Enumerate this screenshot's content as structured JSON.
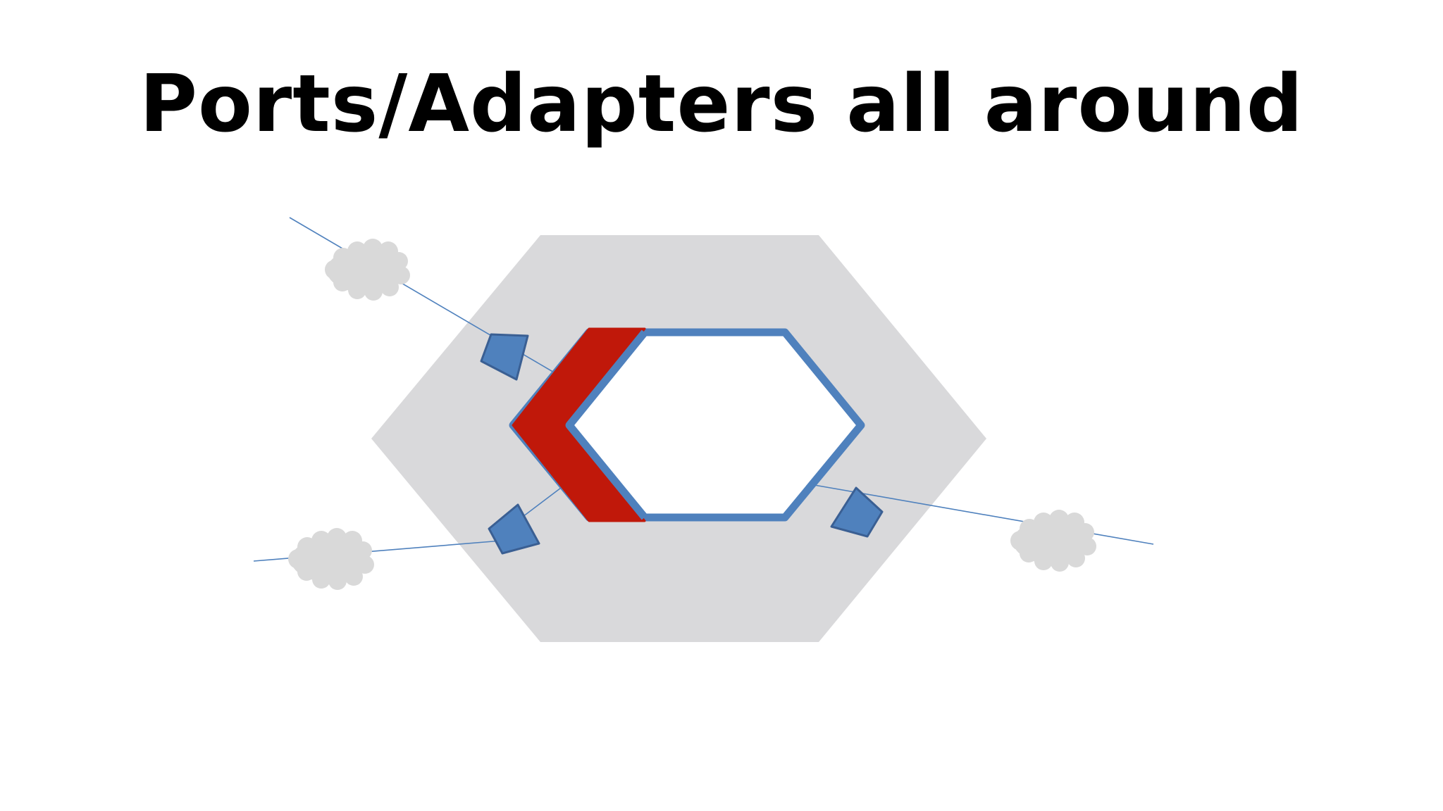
{
  "slide": {
    "title": "Ports/Adapters all around"
  },
  "diagram": {
    "colors": {
      "outer_hexagon": "#d9d9db",
      "inner_border": "#4f81bd",
      "inner_fill": "#ffffff",
      "highlight": "#c0180a",
      "port": "#4f81bd",
      "port_stroke": "#3a5f93",
      "cloud": "#d9d9d9",
      "connector": "#4f81bd"
    },
    "icons": {
      "ports": [
        "port-diamond-upper-left",
        "port-diamond-lower-left",
        "port-diamond-right"
      ],
      "clouds": [
        "external-cloud-upper-left",
        "external-cloud-lower-left",
        "external-cloud-right"
      ]
    }
  }
}
